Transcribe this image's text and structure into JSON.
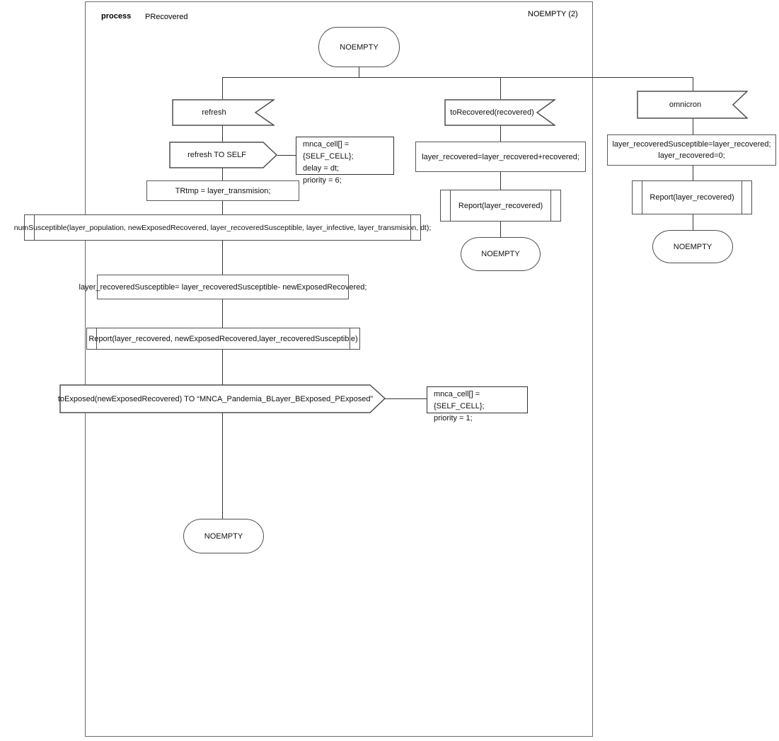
{
  "header": {
    "kind": "process",
    "name": "PRecovered",
    "state_ref": "NOEMPTY (2)"
  },
  "states": {
    "top": "NOEMPTY",
    "left_end": "NOEMPTY",
    "middle_end": "NOEMPTY",
    "right_end": "NOEMPTY"
  },
  "left": {
    "input": "refresh",
    "output_self": "refresh TO SELF",
    "comment_self": "mnca_cell[] = {SELF_CELL};\ndelay = dt;\npriority = 6;",
    "task_trtmp": "TRtmp = layer_transmision;",
    "proc_numsusceptible": "numSusceptible(layer_population, newExposedRecovered, layer_recoveredSusceptible, layer_infective, layer_transmision, dt);",
    "task_update": "layer_recoveredSusceptible= layer_recoveredSusceptible- newExposedRecovered;",
    "proc_report": "Report(layer_recovered, newExposedRecovered,layer_recoveredSusceptible)",
    "output_toexposed": "toExposed(newExposedRecovered) TO “MNCA_Pandemia_BLayer_BExposed_PExposed”",
    "comment_toexposed": "mnca_cell[] = {SELF_CELL};\npriority = 1;"
  },
  "middle": {
    "input": "toRecovered(recovered)",
    "task_update": "layer_recovered=layer_recovered+recovered;",
    "proc_report": "Report(layer_recovered)"
  },
  "right": {
    "input": "omnicron",
    "task_update": "layer_recoveredSusceptible=layer_recovered;\nlayer_recovered=0;",
    "proc_report": "Report(layer_recovered)"
  },
  "colors": {
    "line": "#333333",
    "shape_border": "#4f4f4f",
    "frame_border": "#6b6b6b",
    "text": "#111111",
    "background": "#ffffff"
  }
}
